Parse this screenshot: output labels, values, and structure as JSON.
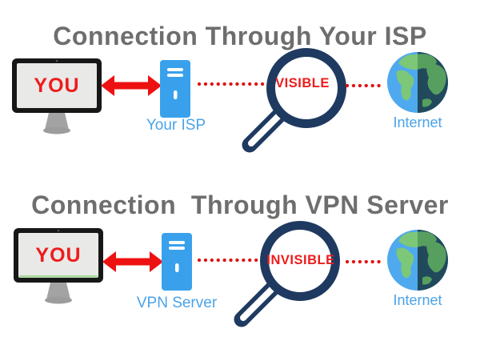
{
  "diagram": {
    "rows": [
      {
        "title": "Connection Through Your ISP",
        "computer_label": "YOU",
        "server_label": "Your ISP",
        "lens_label": "VISIBLE",
        "globe_label": "Internet"
      },
      {
        "title": "Connection  Through VPN Server",
        "computer_label": "YOU",
        "server_label": "VPN Server",
        "lens_label": "INVISIBLE",
        "globe_label": "Internet"
      }
    ],
    "colors": {
      "title_gray": "#6e6e6e",
      "red": "#ee1c1c",
      "label_blue": "#4aa3e8",
      "server_blue": "#39a1ec",
      "navy": "#1f3a60",
      "screen_gray": "#e9e9e7",
      "globe_ocean_light": "#4fa9ee",
      "globe_ocean_dark": "#204a5c",
      "globe_land_light": "#7cc878",
      "globe_land_dark": "#579f5f"
    }
  }
}
